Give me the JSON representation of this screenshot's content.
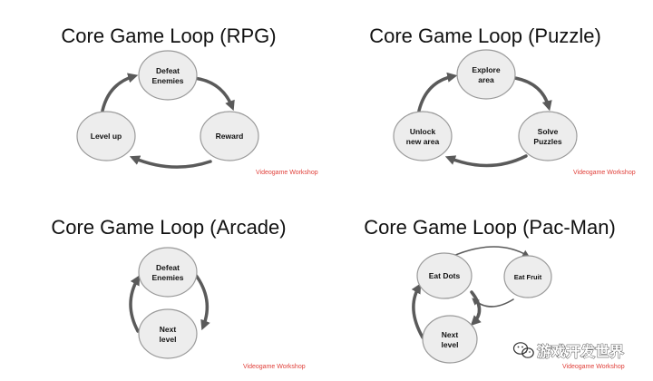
{
  "panels": [
    {
      "id": "rpg",
      "title": "Core Game Loop (RPG)",
      "credit": "Videogame Workshop",
      "nodes": [
        {
          "id": "defeat",
          "lines": [
            "Defeat",
            "Enemies"
          ]
        },
        {
          "id": "reward",
          "lines": [
            "Reward"
          ]
        },
        {
          "id": "levelup",
          "lines": [
            "Level up"
          ]
        }
      ]
    },
    {
      "id": "puzzle",
      "title": "Core Game Loop (Puzzle)",
      "credit": "Videogame Workshop",
      "nodes": [
        {
          "id": "explore",
          "lines": [
            "Explore",
            "area"
          ]
        },
        {
          "id": "solve",
          "lines": [
            "Solve",
            "Puzzles"
          ]
        },
        {
          "id": "unlock",
          "lines": [
            "Unlock",
            "new area"
          ]
        }
      ]
    },
    {
      "id": "arcade",
      "title": "Core Game Loop (Arcade)",
      "credit": "Videogame Workshop",
      "nodes": [
        {
          "id": "defeat",
          "lines": [
            "Defeat",
            "Enemies"
          ]
        },
        {
          "id": "next",
          "lines": [
            "Next",
            "level"
          ]
        }
      ]
    },
    {
      "id": "pacman",
      "title": "Core Game Loop (Pac-Man)",
      "credit": "Videogame Workshop",
      "nodes": [
        {
          "id": "eatdots",
          "lines": [
            "Eat Dots"
          ]
        },
        {
          "id": "eatfruit",
          "lines": [
            "Eat Fruit"
          ]
        },
        {
          "id": "next",
          "lines": [
            "Next",
            "level"
          ]
        }
      ]
    }
  ],
  "watermark": {
    "text": "游戏开发世界",
    "icon": "wechat-logo-icon"
  },
  "colors": {
    "node_fill": "#ededed",
    "node_stroke": "#9a9a9a",
    "arrow": "#5a5a5a",
    "credit": "#e0403a"
  }
}
